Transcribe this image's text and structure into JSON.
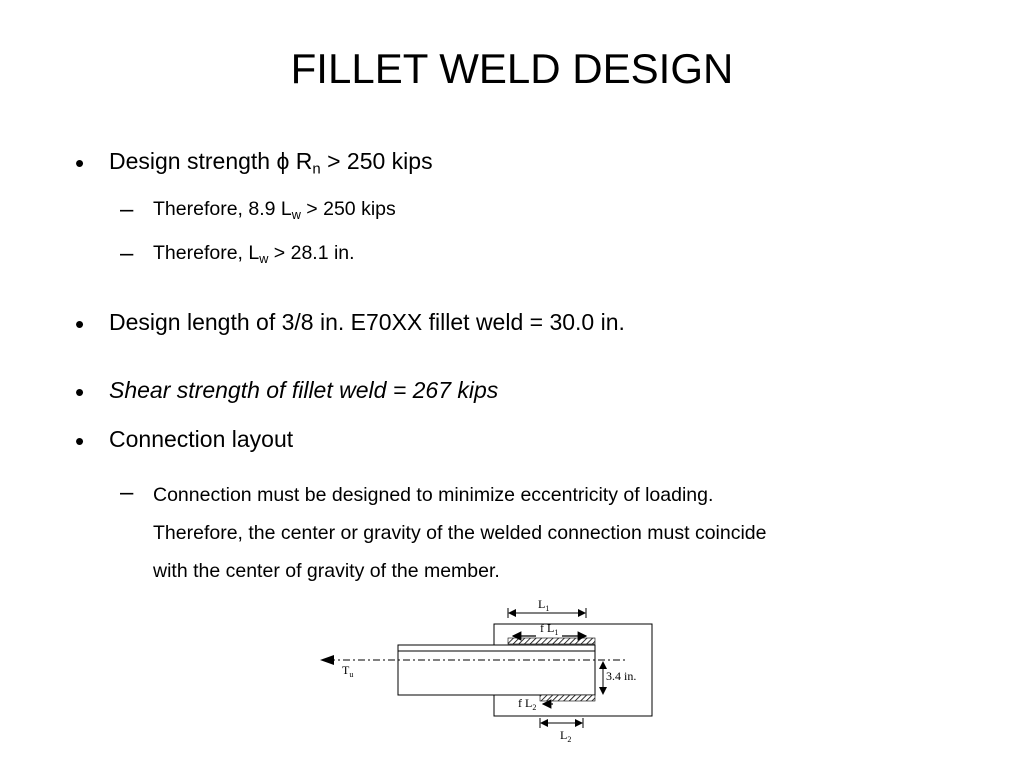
{
  "title": "FILLET WELD DESIGN",
  "bullets": {
    "b1": {
      "prefix": "Design strength ",
      "phi": "ϕ",
      "r": " R",
      "r_sub": "n",
      "suffix": " > 250 kips"
    },
    "b1_sub1": {
      "prefix": "Therefore, 8.9 L",
      "sub": "w",
      "suffix": " > 250 kips"
    },
    "b1_sub2": {
      "prefix": "Therefore, L",
      "sub": "w",
      "suffix": " > 28.1 in."
    },
    "b2": "Design length of 3/8 in. E70XX fillet weld = 30.0 in.",
    "b3": "Shear strength of fillet weld = 267 kips",
    "b4": "Connection layout",
    "b4_sub1_lines": [
      "Connection must be designed to minimize eccentricity of loading.",
      "Therefore, the center or gravity of the welded connection must coincide",
      "with the center of gravity of the member."
    ],
    "bullet_char": "•",
    "dash_char": "–"
  },
  "diagram": {
    "l1_label": "L",
    "l1_sub": "1",
    "fl1_label": "f L",
    "fl1_sub": "1",
    "fl2_label": "f L",
    "fl2_sub": "2",
    "l2_label": "L",
    "l2_sub": "2",
    "tu_label": "T",
    "tu_sub": "u",
    "dim_label": "3.4 in."
  }
}
